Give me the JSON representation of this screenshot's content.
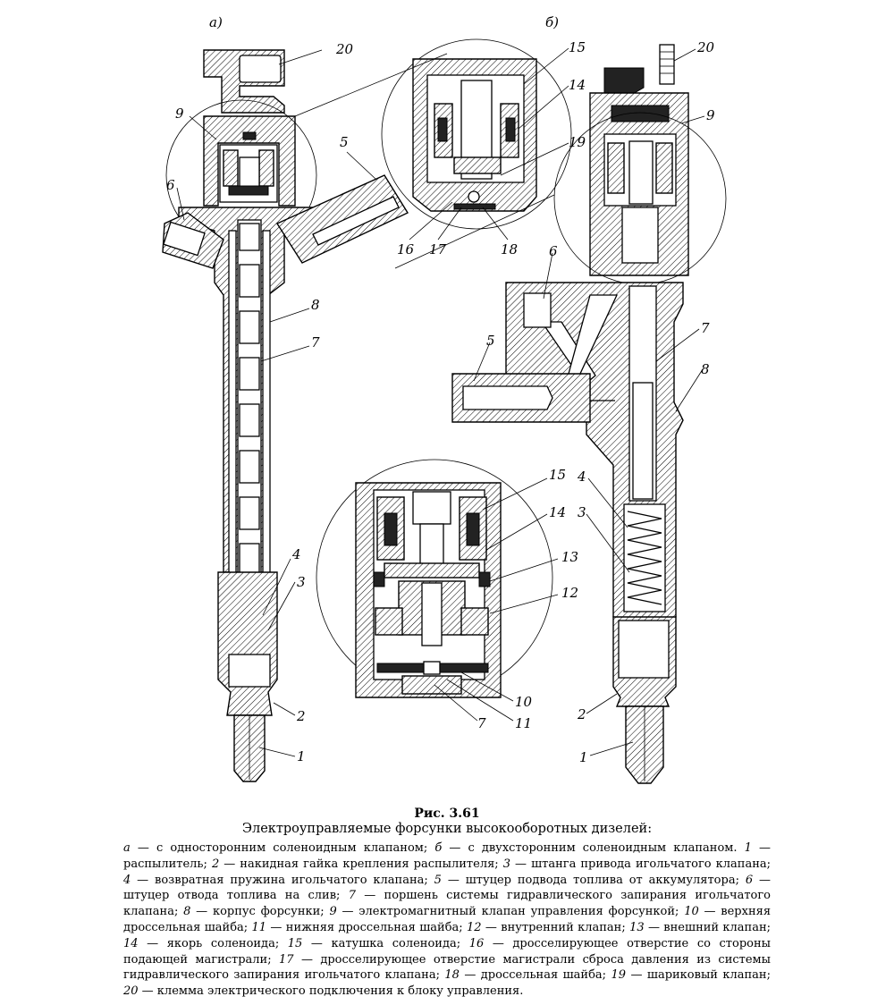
{
  "figure": {
    "panel_a": "а)",
    "panel_b": "б)",
    "labels_a": {
      "l20": "20",
      "l9": "9",
      "l6": "6",
      "l5": "5",
      "l8": "8",
      "l7": "7",
      "l4": "4",
      "l3": "3",
      "l2": "2",
      "l1": "1",
      "l15": "15",
      "l14": "14",
      "l19": "19",
      "l16": "16",
      "l17": "17",
      "l18": "18"
    },
    "labels_b": {
      "l20": "20",
      "l9": "9",
      "l6": "6",
      "l5": "5",
      "l7": "7",
      "l8": "8",
      "l4": "4",
      "l3": "3",
      "l2": "2",
      "l1": "1",
      "l15": "15",
      "l14": "14",
      "l13": "13",
      "l12": "12",
      "l10": "10",
      "l11": "11",
      "l7d": "7"
    }
  },
  "caption": {
    "number": "Рис. 3.61",
    "title": "Электроуправляемые форсунки высокооборотных дизелей:",
    "legend": [
      {
        "k": "а",
        "t": " — с односторонним соленоидным клапаном; "
      },
      {
        "k": "б",
        "t": " — с двухсторонним соленоидным клапаном. "
      },
      {
        "k": "1",
        "t": " — распылитель; "
      },
      {
        "k": "2",
        "t": " — накидная гайка крепления распылителя; "
      },
      {
        "k": "3",
        "t": " — штанга привода игольчатого клапана; "
      },
      {
        "k": "4",
        "t": " — возвратная пружина игольчатого клапана; "
      },
      {
        "k": "5",
        "t": " — штуцер подвода топлива от аккумулятора; "
      },
      {
        "k": "6",
        "t": " — штуцер отвода топлива на слив; "
      },
      {
        "k": "7",
        "t": " — поршень системы гидравлического запирания игольчатого клапана; "
      },
      {
        "k": "8",
        "t": " — корпус форсунки; "
      },
      {
        "k": "9",
        "t": " — электромагнитный клапан управления форсункой; "
      },
      {
        "k": "10",
        "t": " — верхняя дроссельная шайба; "
      },
      {
        "k": "11",
        "t": " — нижняя дроссельная шайба; "
      },
      {
        "k": "12",
        "t": " — внутренний клапан; "
      },
      {
        "k": "13",
        "t": " — внешний клапан; "
      },
      {
        "k": "14",
        "t": " — якорь соленоида; "
      },
      {
        "k": "15",
        "t": " — катушка соленоида; "
      },
      {
        "k": "16",
        "t": " — дросселирующее отверстие со стороны подающей магистрали; "
      },
      {
        "k": "17",
        "t": " — дросселирующее отверстие магистрали сброса давления из системы гидравлического запирания игольчатого клапана; "
      },
      {
        "k": "18",
        "t": " — дроссельная шайба; "
      },
      {
        "k": "19",
        "t": " — шариковый клапан; "
      },
      {
        "k": "20",
        "t": " — клемма электрического подключения к блоку управления."
      }
    ]
  }
}
